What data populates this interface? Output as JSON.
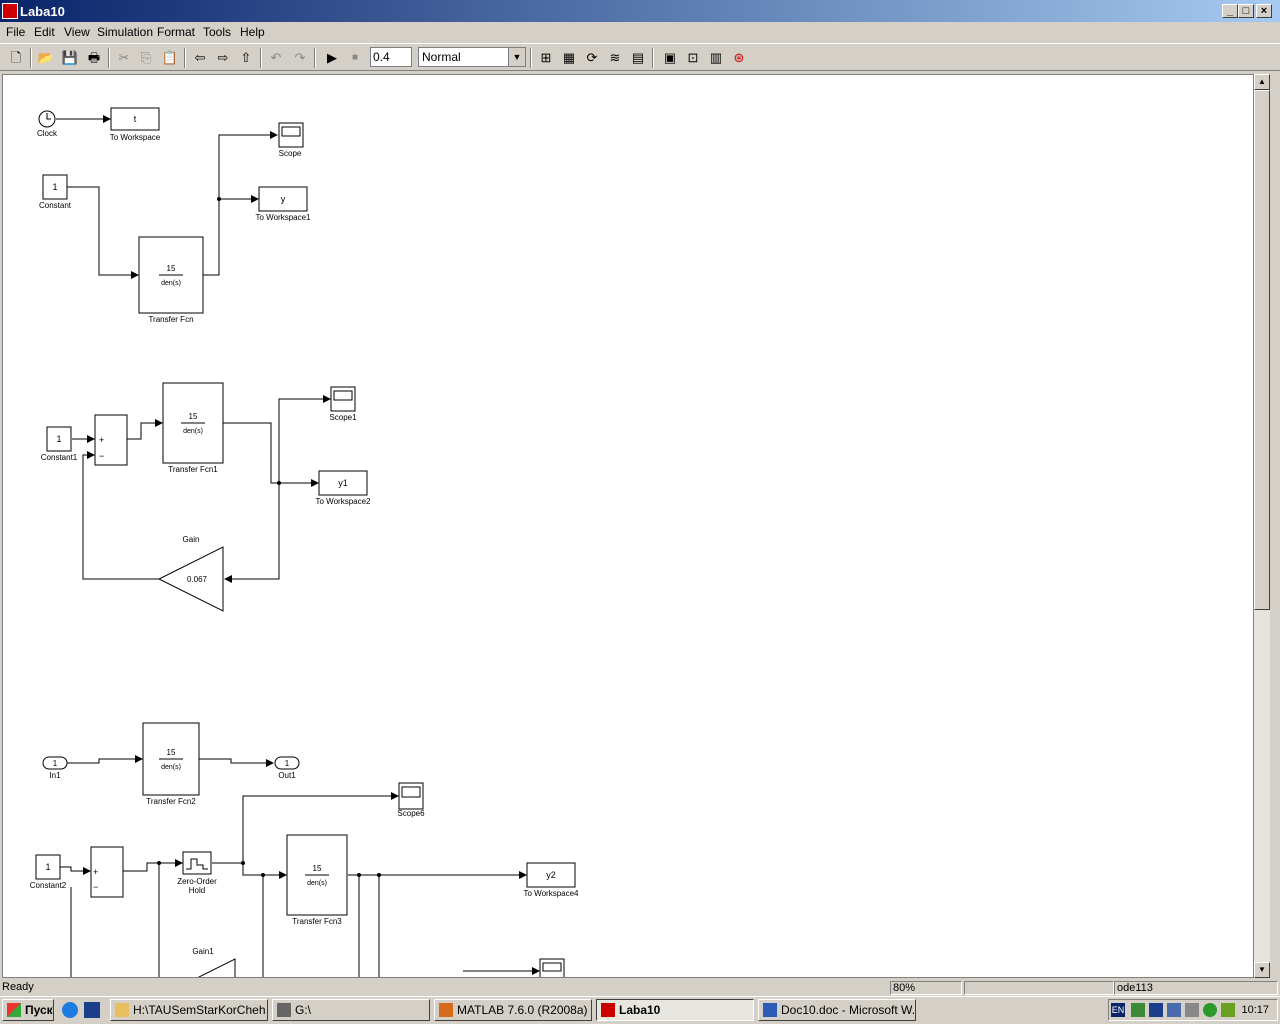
{
  "window": {
    "title": "Laba10"
  },
  "menu": [
    "File",
    "Edit",
    "View",
    "Simulation",
    "Format",
    "Tools",
    "Help"
  ],
  "toolbar": {
    "stop_time": "0.4",
    "sim_mode": "Normal"
  },
  "blocks": {
    "clock": "Clock",
    "to_workspace": {
      "value": "t",
      "label": "To Workspace"
    },
    "scope": "Scope",
    "to_workspace1": {
      "value": "y",
      "label": "To Workspace1"
    },
    "constant": {
      "value": "1",
      "label": "Constant"
    },
    "tf": {
      "num": "15",
      "den": "den(s)",
      "label": "Transfer Fcn"
    },
    "scope1": "Scope1",
    "constant1": {
      "value": "1",
      "label": "Constant1"
    },
    "tf1": {
      "num": "15",
      "den": "den(s)",
      "label": "Transfer Fcn1"
    },
    "to_workspace2": {
      "value": "y1",
      "label": "To Workspace2"
    },
    "gain": {
      "value": "0.067",
      "label": "Gain"
    },
    "in1": {
      "value": "1",
      "label": "In1"
    },
    "tf2": {
      "num": "15",
      "den": "den(s)",
      "label": "Transfer Fcn2"
    },
    "out1": {
      "value": "1",
      "label": "Out1"
    },
    "scope6": "Scope6",
    "constant2": {
      "value": "1",
      "label": "Constant2"
    },
    "zoh": {
      "label1": "Zero-Order",
      "label2": "Hold"
    },
    "tf3": {
      "num": "15",
      "den": "den(s)",
      "label": "Transfer Fcn3"
    },
    "to_workspace4": {
      "value": "y2",
      "label": "To Workspace4"
    },
    "gain1": {
      "label": "Gain1"
    },
    "sum_plus": "+",
    "sum_minus": "−"
  },
  "status": {
    "left": "Ready",
    "zoom": "80%",
    "solver": "ode113"
  },
  "taskbar": {
    "start": "Пуск",
    "items": [
      "H:\\TAUSemStarKorCheh",
      "G:\\",
      "MATLAB  7.6.0 (R2008a)",
      "Laba10",
      "Doc10.doc - Microsoft W..."
    ],
    "lang": "EN",
    "clock": "10:17"
  }
}
